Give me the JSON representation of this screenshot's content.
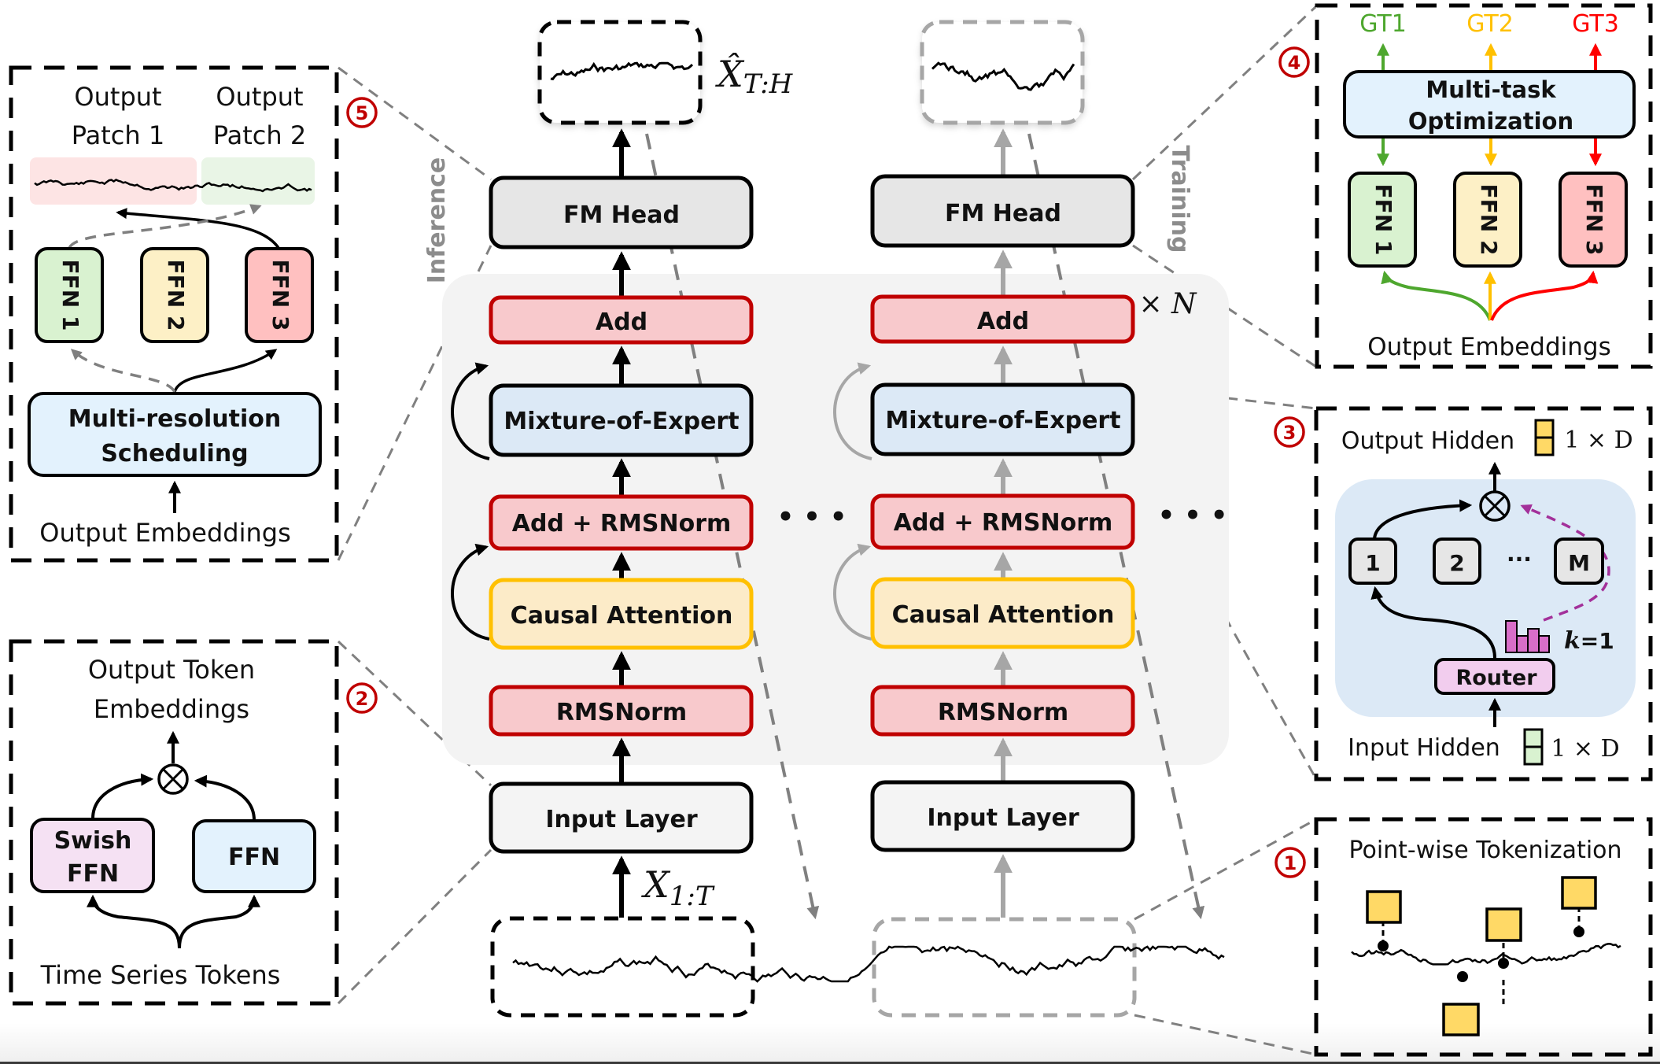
{
  "colors": {
    "norm_fill": "#f8c9cc",
    "norm_stroke": "#c00000",
    "moe_fill": "#dce9f6",
    "attn_fill": "#fcebc8",
    "attn_stroke": "#ffc000",
    "head_fill": "#e6e6e6",
    "input_fill": "#f4f4f4",
    "block_bg": "#f3f3f3",
    "badge": "#c00000",
    "green": "#4ea72e",
    "yellow": "#ffc000",
    "red": "#ff0000",
    "ffn_green_fill": "#d9f2d0",
    "ffn_yellow_fill": "#fdf0c6",
    "ffn_red_fill": "#ffc0c0",
    "sched_fill": "#e3f2fd",
    "swish_fill": "#f5e1f3",
    "router_fill": "#f2cdee",
    "router_bars": "#d86ec8",
    "router_dash": "#a3309a",
    "moe_bg": "#dce9f6",
    "token_fill": "#ffd966",
    "patch1_bg": "#fde4e4",
    "patch2_bg": "#e9f5e6"
  },
  "main": {
    "inference_label": "Inference",
    "training_label": "Training",
    "repeat_label": "× N",
    "ellipsis": "• • •",
    "output_symbol": "X̂",
    "output_subscript": "T:H",
    "input_symbol": "X",
    "input_subscript": "1:T",
    "inference_column": {
      "fm_head": "FM Head",
      "add": "Add",
      "moe": "Mixture-of-Expert",
      "add_norm": "Add + RMSNorm",
      "attention": "Causal Attention",
      "norm": "RMSNorm",
      "input_layer": "Input Layer"
    },
    "training_column": {
      "fm_head": "FM Head",
      "add": "Add",
      "moe": "Mixture-of-Expert",
      "add_norm": "Add + RMSNorm",
      "attention": "Causal Attention",
      "norm": "RMSNorm",
      "input_layer": "Input Layer"
    }
  },
  "panel1": {
    "badge": "1",
    "title": "Point-wise Tokenization"
  },
  "panel2": {
    "badge": "2",
    "title_line1": "Output Token",
    "title_line2": "Embeddings",
    "swish_line1": "Swish",
    "swish_line2": "FFN",
    "ffn": "FFN",
    "bottom": "Time Series Tokens",
    "op": "⊗"
  },
  "panel3": {
    "badge": "3",
    "output_label": "Output Hidden",
    "output_dim": "1 × D",
    "input_label": "Input Hidden",
    "input_dim": "1 × D",
    "experts": [
      "1",
      "2",
      "M"
    ],
    "expert_ellipsis": "···",
    "router": "Router",
    "k_label": "k",
    "k_value": "=1",
    "op": "⊗"
  },
  "panel4": {
    "badge": "4",
    "targets": [
      "GT1",
      "GT2",
      "GT3"
    ],
    "optim_line1": "Multi-task",
    "optim_line2": "Optimization",
    "ffns": [
      "FFN 1",
      "FFN 2",
      "FFN 3"
    ],
    "bottom": "Output Embeddings"
  },
  "panel5": {
    "badge": "5",
    "patch1_line1": "Output",
    "patch1_line2": "Patch 1",
    "patch2_line1": "Output",
    "patch2_line2": "Patch 2",
    "ffns": [
      "FFN 1",
      "FFN 2",
      "FFN 3"
    ],
    "sched_line1": "Multi-resolution",
    "sched_line2": "Scheduling",
    "bottom": "Output Embeddings"
  }
}
